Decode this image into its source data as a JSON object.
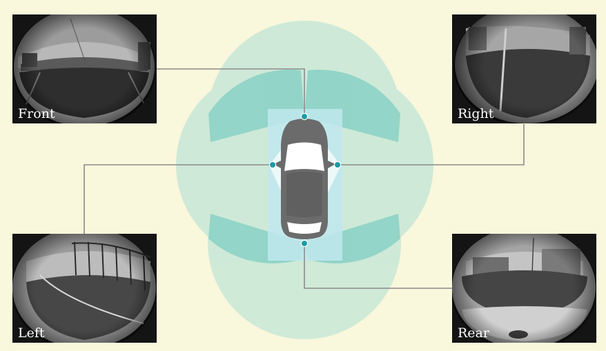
{
  "cameras": {
    "front": {
      "label": "Front"
    },
    "right": {
      "label": "Right"
    },
    "left": {
      "label": "Left"
    },
    "rear": {
      "label": "Rear"
    }
  },
  "colors": {
    "background": "#f9f7dc",
    "coverage": "#b4e2d4",
    "overlap": "#7fcdc3",
    "vehicle_zone": "#bfe7ee",
    "car_body": "#6b6b6b",
    "connector_line": "#8a8a8a",
    "sensor_dot": "#1b9aa2"
  },
  "icons": [
    "car-top-view-icon",
    "sensor-dot-icon",
    "fisheye-camera-view"
  ]
}
